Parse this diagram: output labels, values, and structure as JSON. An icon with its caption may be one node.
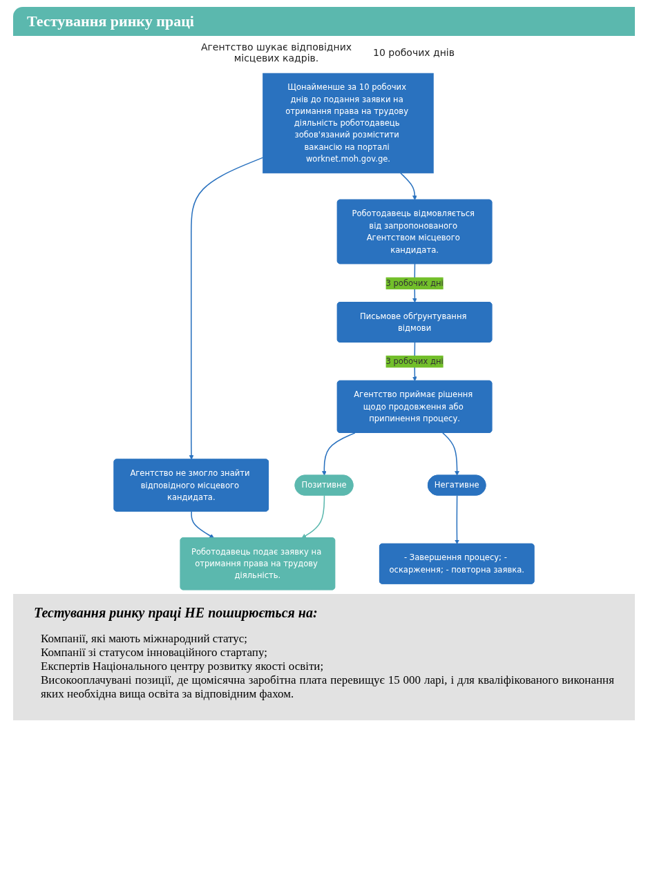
{
  "diagram": {
    "title": "Тестування ринку праці",
    "nodes": [
      {
        "text": [
          "Щонайменше за 10 робочих днів до подання заявки на отримання права на трудову діяльність роботодавець зобов'язаний розмістити вакансію на порталі worknet.moh.gov.ge."
        ]
      },
      {
        "text": [
          "Агентство не змогло знайти відповідного місцевого кандидата."
        ]
      },
      {
        "text": [
          "Роботодавець відмовляється від запропонованого Агентством місцевого кандидата."
        ]
      },
      {
        "text": [
          "Роботодавець подає заявку на отримання права на трудову діяльність."
        ]
      },
      {
        "text": [
          "Письмове обґрунтування відмови"
        ]
      },
      {
        "text": [
          "Агентство приймає рішення щодо продовження або припинення процесу."
        ]
      },
      {
        "text": [
          "Позитивне"
        ]
      },
      {
        "text": [
          "Негативне"
        ]
      },
      {
        "text": [
          "- Завершення процесу; - оскарження; - повторна заявка."
        ]
      }
    ],
    "edges": [
      {
        "from": 0,
        "to": 1,
        "arrow": "to"
      },
      {
        "from": 0,
        "to": 2,
        "arrow": "to"
      },
      {
        "from": 1,
        "to": 3,
        "arrow": "to"
      },
      {
        "from": 2,
        "to": 4,
        "arrow": "to",
        "label": "3 робочих дні"
      },
      {
        "from": 4,
        "to": 5,
        "arrow": "to",
        "label": "3 робочих дні"
      },
      {
        "from": 5,
        "to": 6,
        "arrow": "to"
      },
      {
        "from": 5,
        "to": 7,
        "arrow": "to"
      },
      {
        "from": 6,
        "to": 3,
        "arrow": "to",
        "color": "#5bb8ae"
      },
      {
        "from": 7,
        "to": 8,
        "arrow": "to"
      }
    ],
    "labels": [
      "Агентство шукає відповідних місцевих кадрів.",
      "10 робочих днів",
      "Тестування ринку праці НЕ поширюється на:",
      "Компанії, які мають міжнародний статус;",
      "Компанії зі статусом інноваційного стартапу;",
      "Експертів Національного центру розвитку якості освіти;",
      "Високооплачувані позиції, де щомісячна заробітна плата перевищує 15 000 ларі, і для кваліфікованого виконання яких необхідна вища освіта за відповідним фахом."
    ]
  }
}
